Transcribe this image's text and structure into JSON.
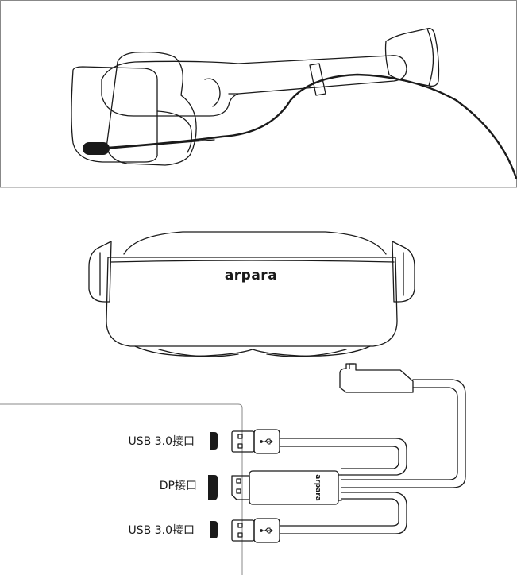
{
  "headset_logo": "arpara",
  "plug_logo": "arpara",
  "ports": [
    {
      "label": "USB 3.0接口",
      "type": "usb"
    },
    {
      "label": "DP接口",
      "type": "displayport"
    },
    {
      "label": "USB 3.0接口",
      "type": "usb"
    }
  ],
  "colors": {
    "line": "#1a1a1a",
    "background": "#ffffff",
    "panel_border": "#888888"
  }
}
